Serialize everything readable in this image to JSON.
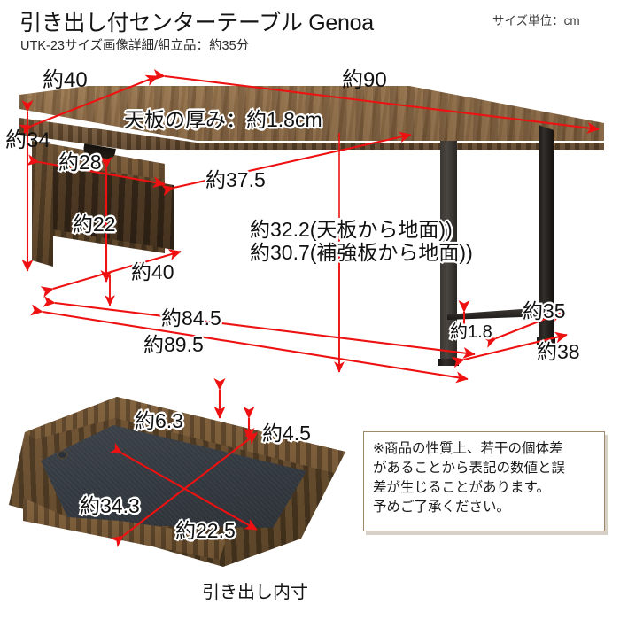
{
  "header": {
    "title": "引き出し付センターテーブル Genoa",
    "subtitle": "UTK-23サイズ画像詳細/組立品：約35分",
    "unit_note": "サイズ単位：cm"
  },
  "table_dimensions": {
    "depth_top": "約40",
    "width_top": "約90",
    "height_side": "約34",
    "top_thickness": "天板の厚み：約1.8cm",
    "drawer_front_width": "約28",
    "drawer_depth_diag": "約37.5",
    "drawer_height": "約22",
    "lower_depth": "約40",
    "clearance_top_to_floor": "約32.2(天板から地面))",
    "clearance_brace_to_floor": "約30.7(補強板から地面))",
    "bottom_inner_width": "約84.5",
    "bottom_outer_width": "約89.5",
    "leg_depth": "約35",
    "brace_thickness": "約1.8",
    "leg_span": "約38"
  },
  "drawer_inner": {
    "height_back": "約6.3",
    "height_front": "約4.5",
    "diagonal_long": "約34.3",
    "diagonal_short": "約22.5",
    "caption": "引き出し内寸"
  },
  "note": {
    "line1": "※商品の性質上、若干の個体差",
    "line2": "があることから表記の数値と誤",
    "line3": "差が生じることがあります。",
    "line4": "予めご了承ください。"
  },
  "colors": {
    "arrow_red": "#ee1111",
    "wood": "#8a6a46",
    "metal_black": "#221f1c",
    "note_border": "#9d8a6a",
    "drawer_interior": "#353b42"
  }
}
